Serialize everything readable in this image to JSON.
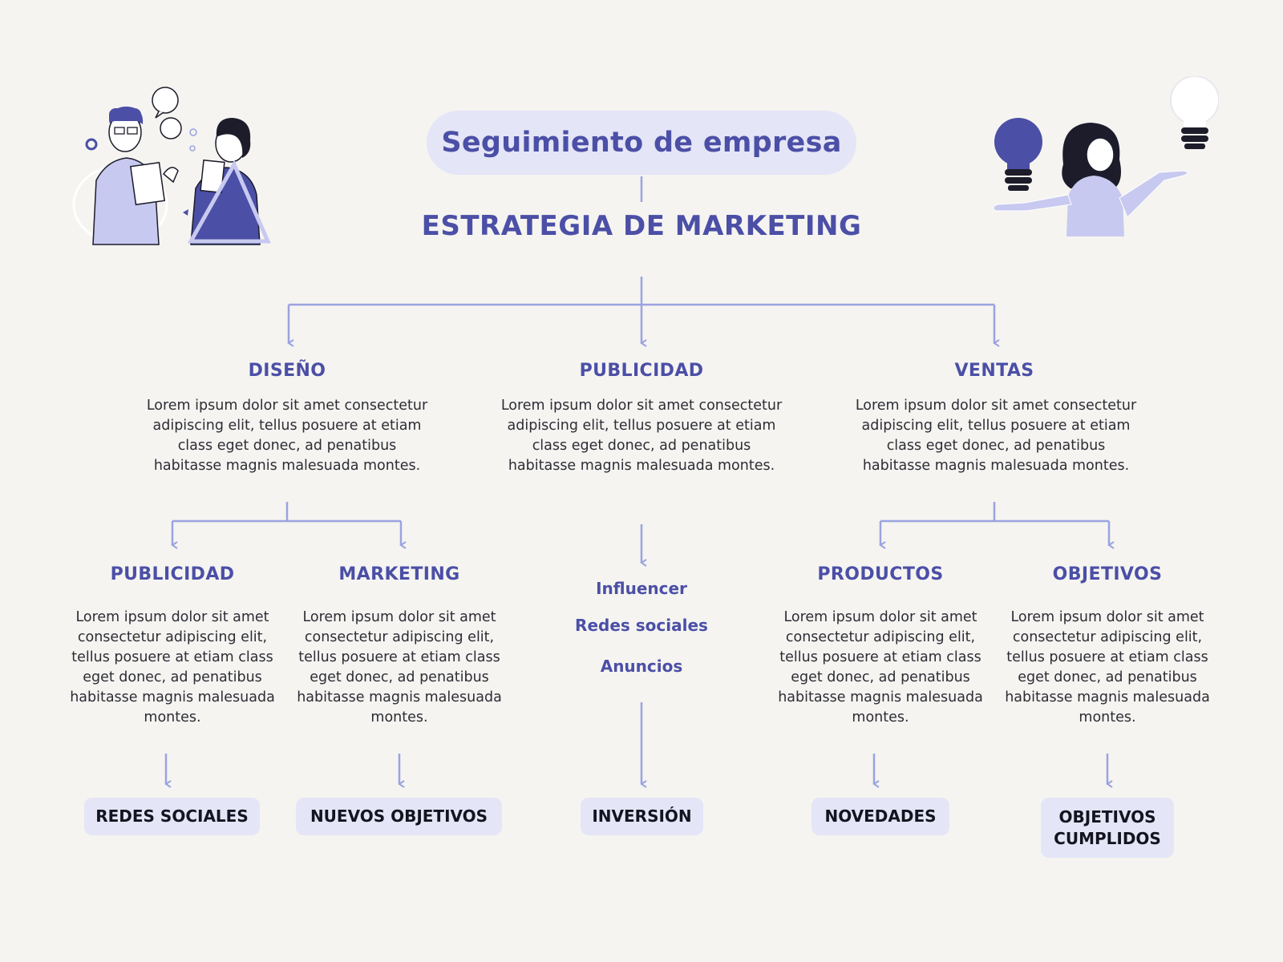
{
  "header": {
    "pill_title": "Seguimiento de empresa",
    "main_title": "ESTRATEGIA DE MARKETING"
  },
  "branches": [
    {
      "title": "DISEÑO",
      "text": "Lorem ipsum dolor sit amet consectetur adipiscing elit, tellus posuere at etiam class eget donec, ad penatibus habitasse magnis malesuada montes."
    },
    {
      "title": "PUBLICIDAD",
      "text": "Lorem ipsum dolor sit amet consectetur adipiscing elit, tellus posuere at etiam class eget donec, ad penatibus habitasse magnis malesuada montes."
    },
    {
      "title": "VENTAS",
      "text": "Lorem ipsum dolor sit amet consectetur adipiscing elit, tellus posuere at etiam class eget donec, ad penatibus habitasse magnis malesuada montes."
    }
  ],
  "sub": [
    {
      "title": "PUBLICIDAD",
      "text": "Lorem ipsum dolor sit amet consectetur adipiscing elit, tellus posuere at etiam class eget donec, ad penatibus habitasse magnis malesuada montes.",
      "result": "REDES SOCIALES"
    },
    {
      "title": "MARKETING",
      "text": "Lorem ipsum dolor sit amet consectetur adipiscing elit, tellus posuere at etiam class eget donec, ad penatibus habitasse magnis malesuada montes.",
      "result": "NUEVOS OBJETIVOS"
    },
    {
      "title": "PRODUCTOS",
      "text": "Lorem ipsum dolor sit amet consectetur adipiscing elit, tellus posuere at etiam class eget donec, ad penatibus habitasse magnis malesuada montes.",
      "result": "NOVEDADES"
    },
    {
      "title": "OBJETIVOS",
      "text": "Lorem ipsum dolor sit amet consectetur adipiscing elit, tellus posuere at etiam class eget donec, ad penatibus habitasse magnis malesuada montes.",
      "result": "OBJETIVOS CUMPLIDOS"
    }
  ],
  "publicidad_channels": [
    "Influencer",
    "Redes sociales",
    "Anuncios"
  ],
  "publicidad_result": "INVERSIÓN",
  "colors": {
    "background": "#f5f4f1",
    "accent": "#4b4fa6",
    "connector": "#9aa3e0",
    "pill": "#e4e5f6"
  },
  "icons": {
    "left_illustration": "two-people-talking-illustration",
    "right_illustration": "woman-with-lightbulbs-illustration"
  }
}
